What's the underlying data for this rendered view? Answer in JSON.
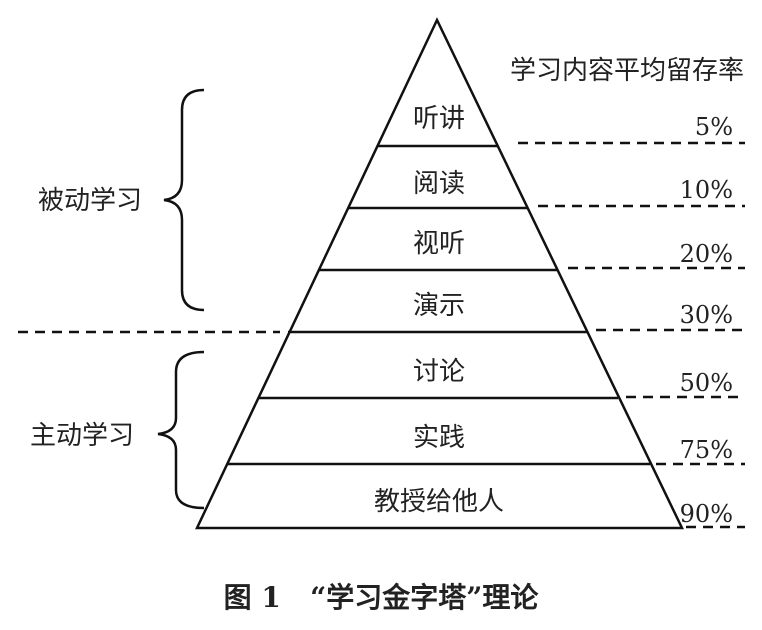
{
  "header": {
    "retention_title": "学习内容平均留存率"
  },
  "groups": {
    "passive": "被动学习",
    "active": "主动学习"
  },
  "layers": [
    {
      "name": "听讲",
      "rate": "5%"
    },
    {
      "name": "阅读",
      "rate": "10%"
    },
    {
      "name": "视听",
      "rate": "20%"
    },
    {
      "name": "演示",
      "rate": "30%"
    },
    {
      "name": "讨论",
      "rate": "50%"
    },
    {
      "name": "实践",
      "rate": "75%"
    },
    {
      "name": "教授给他人",
      "rate": "90%"
    }
  ],
  "caption": "图 1   “学习金字塔”理论"
}
